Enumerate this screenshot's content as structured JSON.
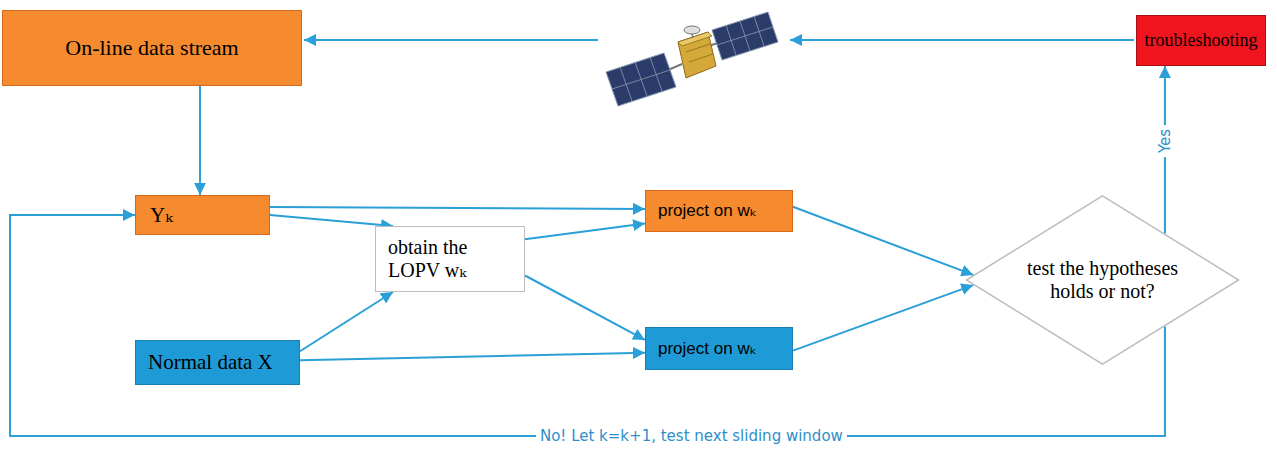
{
  "diagram": {
    "nodes": [
      {
        "text": [
          "On-line data stream"
        ]
      },
      {
        "text": [
          "Υₖ"
        ]
      },
      {
        "text": [
          "Normal data X"
        ]
      },
      {
        "text": [
          "obtain the LOPV wₖ"
        ]
      },
      {
        "text": [
          "project on wₖ"
        ]
      },
      {
        "text": [
          "project on wₖ"
        ]
      },
      {
        "text": [
          "test the hypotheses holds or not?"
        ]
      },
      {
        "text": [
          "troubleshooting"
        ]
      }
    ],
    "edges": [
      {
        "from": 0,
        "to": 1,
        "arrow": "to"
      },
      {
        "from": 1,
        "to": 3,
        "arrow": "to"
      },
      {
        "from": 2,
        "to": 3,
        "arrow": "to"
      },
      {
        "from": 1,
        "to": 4,
        "arrow": "to"
      },
      {
        "from": 3,
        "to": 4,
        "arrow": "to"
      },
      {
        "from": 3,
        "to": 5,
        "arrow": "to"
      },
      {
        "from": 2,
        "to": 5,
        "arrow": "to"
      },
      {
        "from": 4,
        "to": 6,
        "arrow": "to"
      },
      {
        "from": 5,
        "to": 6,
        "arrow": "to"
      },
      {
        "from": 6,
        "to": 7,
        "label": "Yes",
        "arrow": "to"
      },
      {
        "from": 6,
        "to": 1,
        "label": "No! Let k=k+1, test next sliding window",
        "arrow": "to"
      }
    ]
  }
}
